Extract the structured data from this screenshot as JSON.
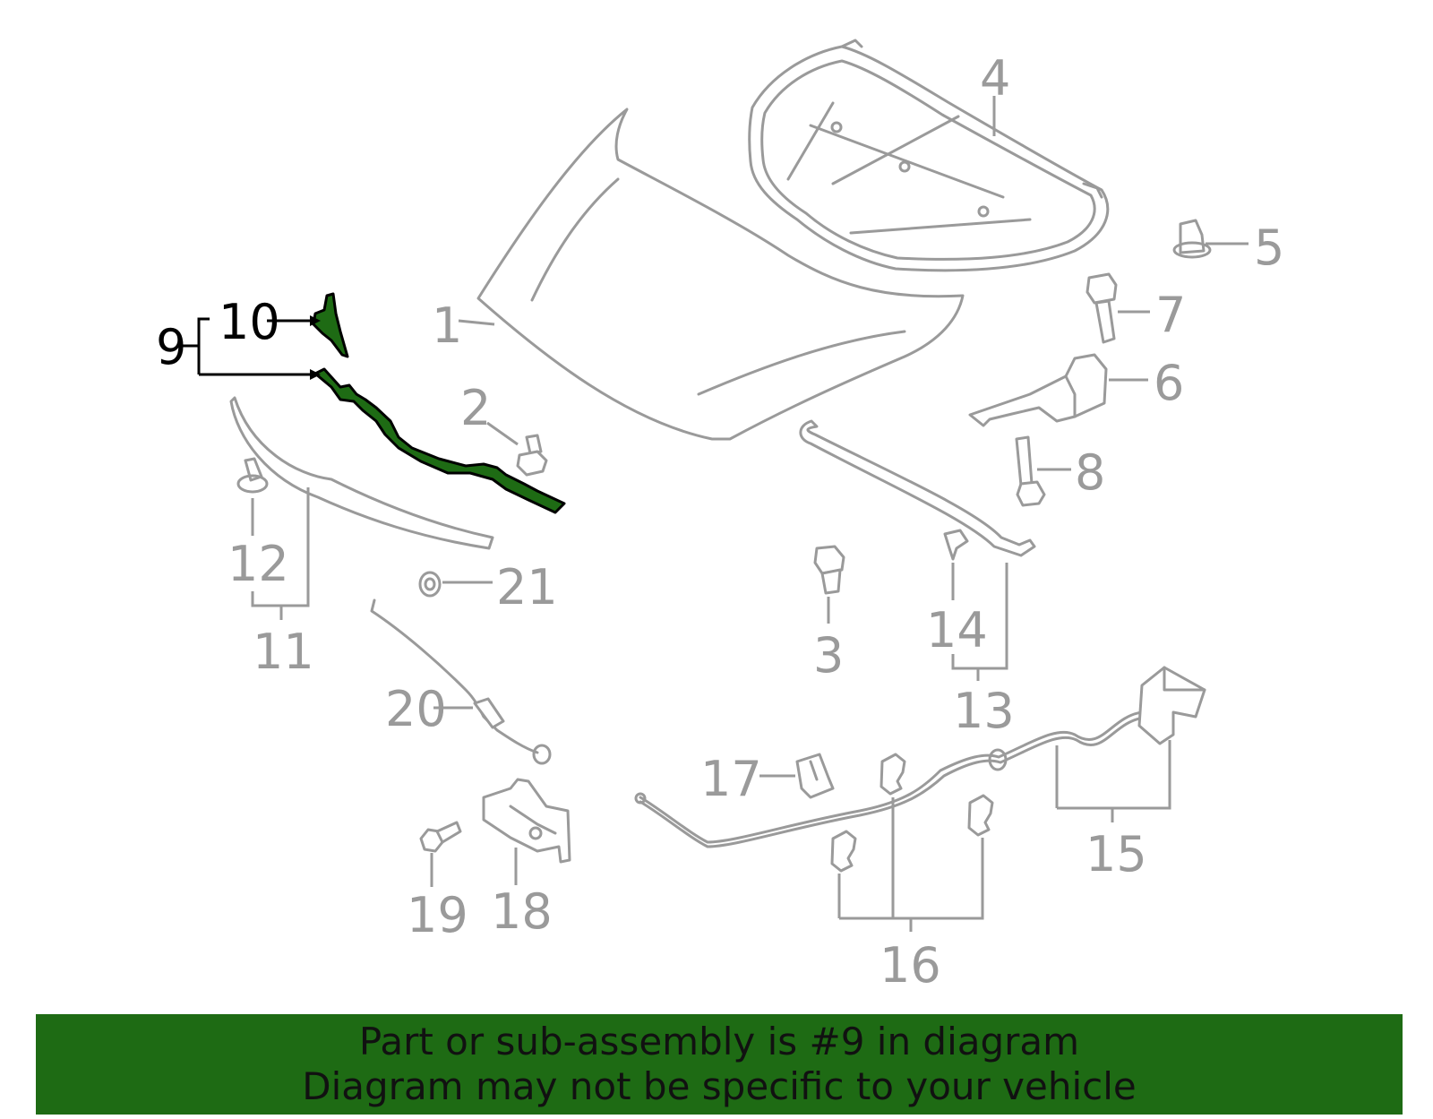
{
  "diagram": {
    "callouts": [
      "1",
      "2",
      "3",
      "4",
      "5",
      "6",
      "7",
      "8",
      "9",
      "10",
      "11",
      "12",
      "13",
      "14",
      "15",
      "16",
      "17",
      "18",
      "19",
      "20",
      "21"
    ],
    "highlight_color": "#1e6b14",
    "line_color": "#9a9a9a"
  },
  "banner": {
    "line1": "Part or sub-assembly is #9 in diagram",
    "line2": "Diagram may not be specific to your vehicle",
    "color": "#1e6b14"
  }
}
